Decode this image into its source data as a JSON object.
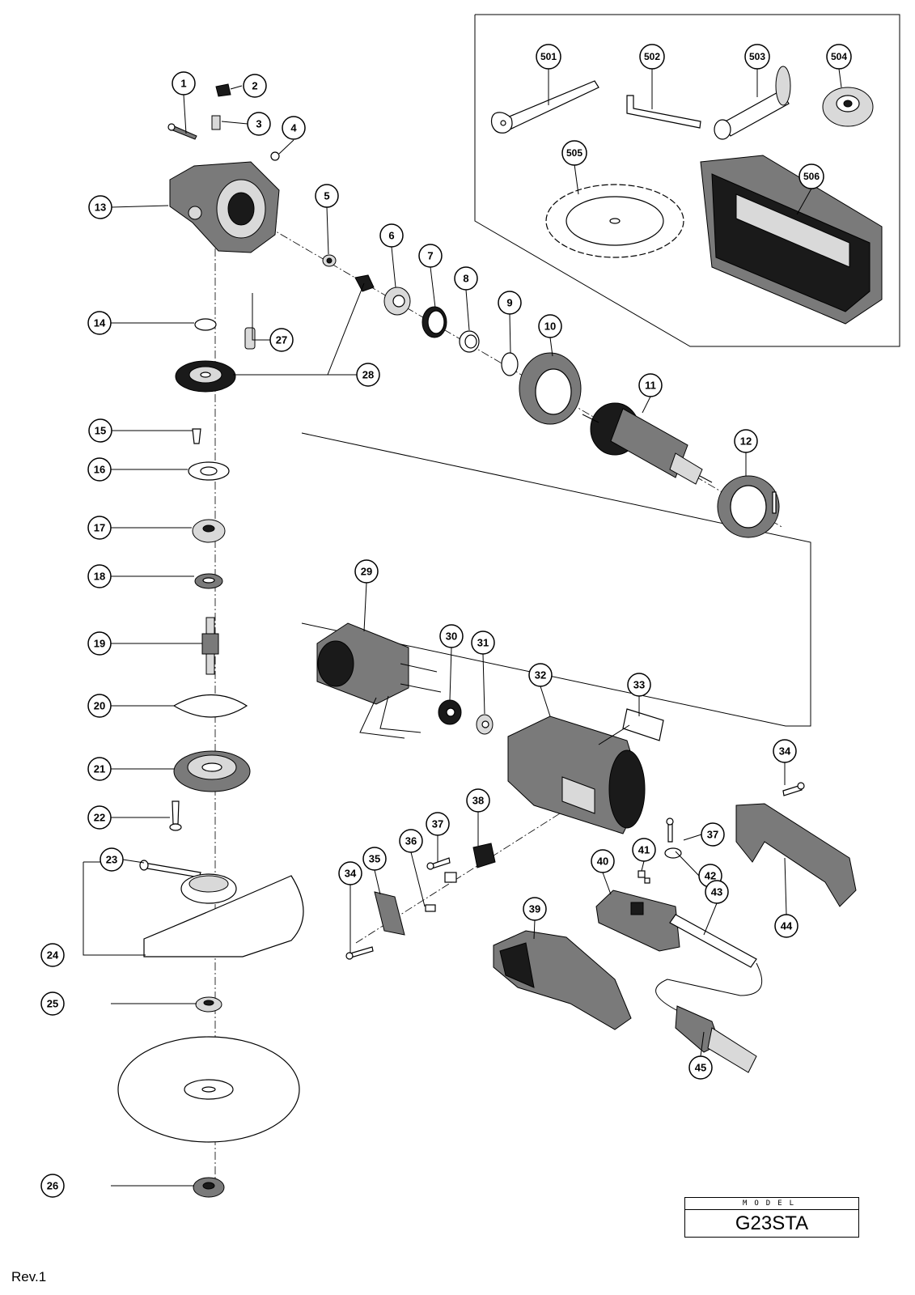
{
  "callouts": [
    {
      "id": "1",
      "label": "1"
    },
    {
      "id": "2",
      "label": "2"
    },
    {
      "id": "3",
      "label": "3"
    },
    {
      "id": "4",
      "label": "4"
    },
    {
      "id": "5",
      "label": "5"
    },
    {
      "id": "6",
      "label": "6"
    },
    {
      "id": "7",
      "label": "7"
    },
    {
      "id": "8",
      "label": "8"
    },
    {
      "id": "9",
      "label": "9"
    },
    {
      "id": "10",
      "label": "10"
    },
    {
      "id": "11",
      "label": "11"
    },
    {
      "id": "12",
      "label": "12"
    },
    {
      "id": "13",
      "label": "13"
    },
    {
      "id": "14",
      "label": "14"
    },
    {
      "id": "15",
      "label": "15"
    },
    {
      "id": "16",
      "label": "16"
    },
    {
      "id": "17",
      "label": "17"
    },
    {
      "id": "18",
      "label": "18"
    },
    {
      "id": "19",
      "label": "19"
    },
    {
      "id": "20",
      "label": "20"
    },
    {
      "id": "21",
      "label": "21"
    },
    {
      "id": "22",
      "label": "22"
    },
    {
      "id": "23",
      "label": "23"
    },
    {
      "id": "24",
      "label": "24"
    },
    {
      "id": "25",
      "label": "25"
    },
    {
      "id": "26",
      "label": "26"
    },
    {
      "id": "27",
      "label": "27"
    },
    {
      "id": "28",
      "label": "28"
    },
    {
      "id": "29",
      "label": "29"
    },
    {
      "id": "30",
      "label": "30"
    },
    {
      "id": "31",
      "label": "31"
    },
    {
      "id": "32",
      "label": "32"
    },
    {
      "id": "33",
      "label": "33"
    },
    {
      "id": "34a",
      "label": "34"
    },
    {
      "id": "34b",
      "label": "34"
    },
    {
      "id": "35",
      "label": "35"
    },
    {
      "id": "36",
      "label": "36"
    },
    {
      "id": "37a",
      "label": "37"
    },
    {
      "id": "37b",
      "label": "37"
    },
    {
      "id": "38",
      "label": "38"
    },
    {
      "id": "39",
      "label": "39"
    },
    {
      "id": "40",
      "label": "40"
    },
    {
      "id": "41",
      "label": "41"
    },
    {
      "id": "42",
      "label": "42"
    },
    {
      "id": "43",
      "label": "43"
    },
    {
      "id": "44",
      "label": "44"
    },
    {
      "id": "45",
      "label": "45"
    },
    {
      "id": "501",
      "label": "501"
    },
    {
      "id": "502",
      "label": "502"
    },
    {
      "id": "503",
      "label": "503"
    },
    {
      "id": "504",
      "label": "504"
    },
    {
      "id": "505",
      "label": "505"
    },
    {
      "id": "506",
      "label": "506"
    }
  ],
  "model": {
    "label": "MODEL",
    "name": "G23STA"
  },
  "revision": "Rev.1"
}
